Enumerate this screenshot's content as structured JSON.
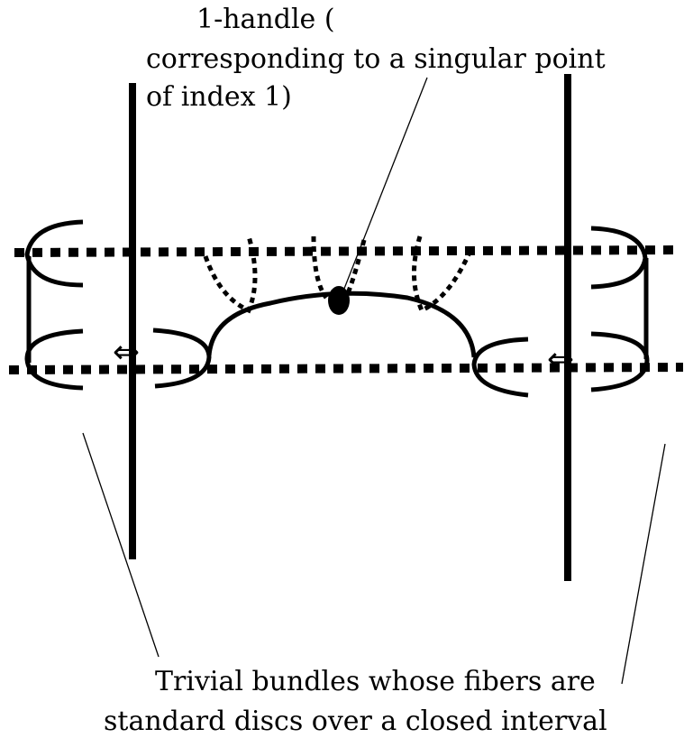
{
  "labels": {
    "handle_line1": "1-handle (",
    "handle_line2": "corresponding to a singular point",
    "handle_line3": "of index 1)",
    "bundles_line1": "Trivial bundles whose fibers are",
    "bundles_line2": "standard discs over a closed interval"
  },
  "symbols": {
    "left_arrow": "⇔",
    "right_arrow": "⇔"
  },
  "colors": {
    "ink": "#000000",
    "background": "#ffffff"
  }
}
